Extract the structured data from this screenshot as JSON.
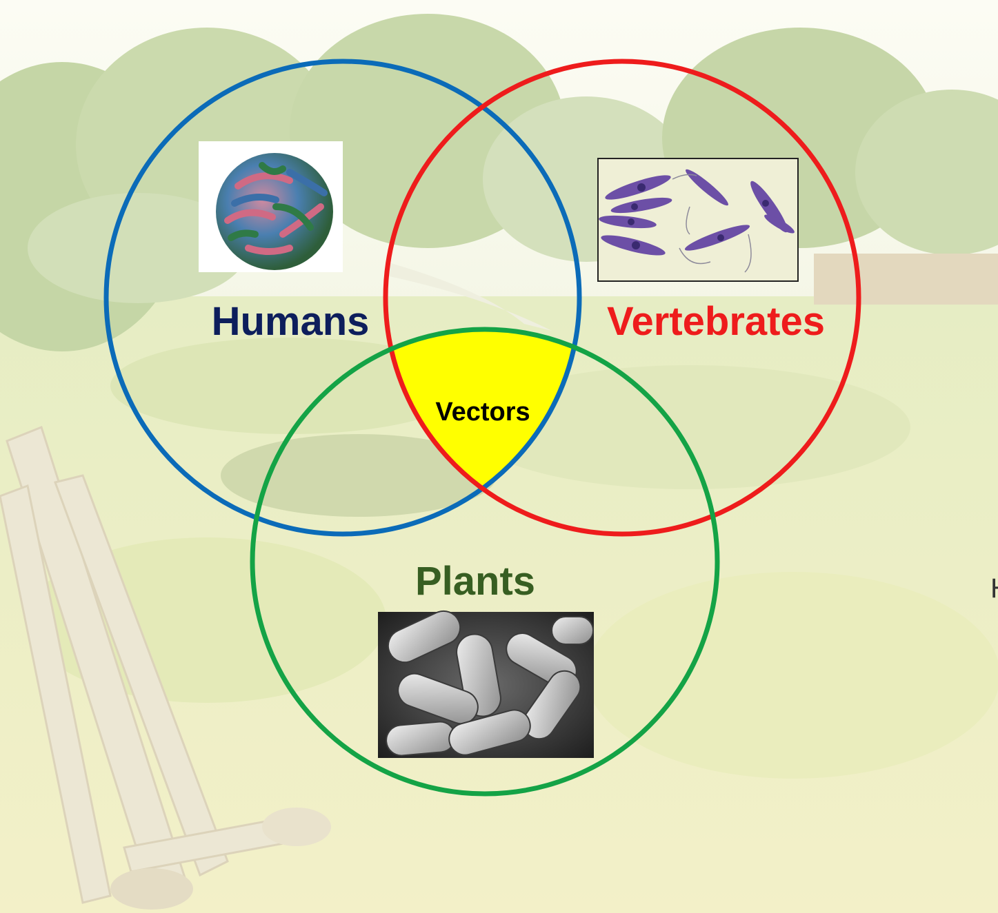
{
  "diagram": {
    "labels": {
      "humans": "Humans",
      "vertebrates": "Vertebrates",
      "plants": "Plants",
      "vectors": "Vectors"
    },
    "edge_text": "H",
    "colors": {
      "humans": "#0B6BB8",
      "vertebrates": "#EE1C1C",
      "plants": "#14A346",
      "vectors_fill": "#FFFF00",
      "humans_text": "#0D1E5C",
      "vertebrates_text": "#EE1C1C",
      "plants_text": "#375E22",
      "vectors_text": "#000000"
    },
    "images": {
      "humans": "virus-particle-image",
      "vertebrates": "trypanosome-microscopy-image",
      "plants": "bacteria-sem-image"
    }
  }
}
